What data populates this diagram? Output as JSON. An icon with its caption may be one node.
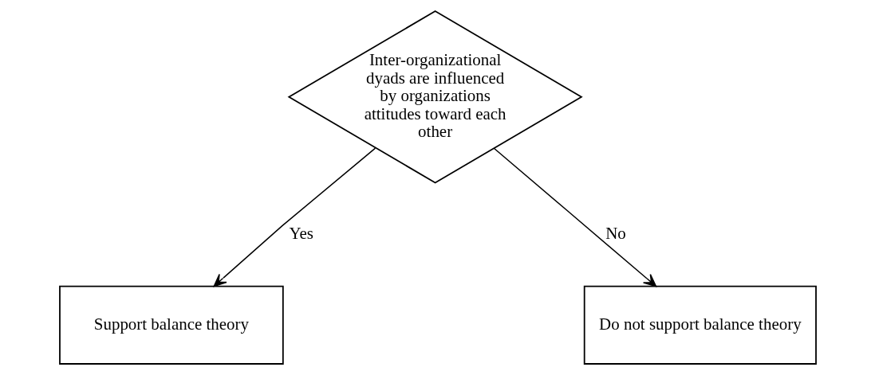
{
  "diagram": {
    "nodes": [
      {
        "text": [
          "Inter-organizational dyads are influenced by organizations attitudes toward each other"
        ]
      },
      {
        "text": [
          "Support balance theory"
        ]
      },
      {
        "text": [
          "Do not support balance theory"
        ]
      }
    ],
    "edges": [
      {
        "from": 0,
        "to": 1,
        "arrow": "to",
        "label": "Yes"
      },
      {
        "from": 0,
        "to": 2,
        "arrow": "to",
        "label": "No"
      }
    ]
  }
}
